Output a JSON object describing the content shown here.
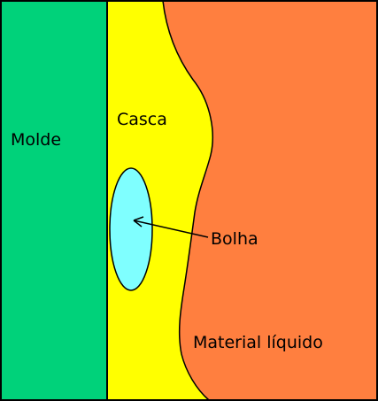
{
  "diagram": {
    "labels": {
      "mold": "Molde",
      "shell": "Casca",
      "bubble": "Bolha",
      "liquid": "Material líquido"
    },
    "colors": {
      "mold": "#00d27a",
      "shell": "#ffff00",
      "liquid": "#ff7f3f",
      "bubble": "#7fffff",
      "outline": "#000000",
      "background": "#ffffff"
    }
  }
}
